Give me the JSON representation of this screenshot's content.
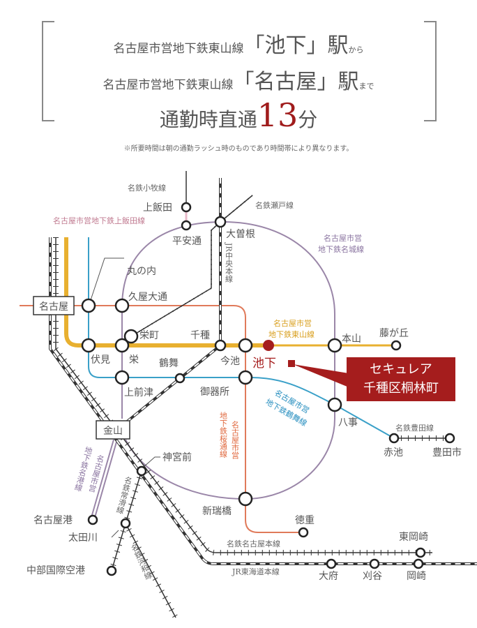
{
  "header": {
    "line1_prefix": "名古屋市営地下鉄東山線",
    "line1_station": "「池下」",
    "line1_suffix": "駅",
    "line1_small": "から",
    "line2_prefix": "名古屋市営地下鉄東山線",
    "line2_station": "「名古屋」",
    "line2_suffix": "駅",
    "line2_small": "まで",
    "line3_prefix": "通勤時直通",
    "minutes": "13",
    "line3_suffix": "分",
    "note": "※所要時間は朝の通勤ラッシュ時のものであり時間帯により異なります。"
  },
  "callout": {
    "line1": "セキュレア",
    "line2": "千種区桐林町"
  },
  "colors": {
    "higashiyama": "#e8b030",
    "sakuradori": "#e07a5a",
    "tsurumai": "#3aa0c8",
    "meijo": "#9a86a8",
    "kamiiida": "#e8b8c8",
    "accent": "#a51d1d",
    "rail": "#333333"
  },
  "lines": {
    "komaki": "名鉄小牧線",
    "kamiiida": "名古屋市営地下鉄上飯田線",
    "seto": "名鉄瀬戸線",
    "meijo": [
      "名古屋市営",
      "地下鉄名城線"
    ],
    "jr_chuo": "JR中央本線",
    "higashiyama": [
      "名古屋市営",
      "地下鉄東山線"
    ],
    "tsurumai": [
      "名古屋市営",
      "地下鉄鶴舞線"
    ],
    "sakuradori": [
      "名古屋市営",
      "地下鉄桜通線"
    ],
    "meiko": [
      "名古屋市営",
      "地下鉄名港線"
    ],
    "tokoname": "名鉄常滑線",
    "kowa": "名鉄河和線",
    "toyota": "名鉄豊田線",
    "meitetsu_honsen": "名鉄名古屋本線",
    "jr_tokaido": "JR東海道本線"
  },
  "stations": {
    "kamiiida": "上飯田",
    "heianddori": "平安通",
    "ozone": "大曽根",
    "marunouchi": "丸の内",
    "hisayaodori": "久屋大通",
    "nagoya": "名古屋",
    "sakaemachi": "栄町",
    "chikusa": "千種",
    "fushimi": "伏見",
    "sakae": "栄",
    "imaike": "今池",
    "ikeshita": "池下",
    "motoyama": "本山",
    "fujigaoka": "藤が丘",
    "tsurumai": "鶴舞",
    "kamimaezu": "上前津",
    "gokiso": "御器所",
    "yagoto": "八事",
    "kanayama": "金山",
    "akaike": "赤池",
    "toyotashi": "豊田市",
    "jingumae": "神宮前",
    "aratamabashi": "新瑞橋",
    "tokushige": "徳重",
    "nagoyako": "名古屋港",
    "otagawa": "太田川",
    "centrair": "中部国際空港",
    "higashiokazaki": "東岡崎",
    "obu": "大府",
    "kariya": "刈谷",
    "okazaki": "岡崎"
  }
}
